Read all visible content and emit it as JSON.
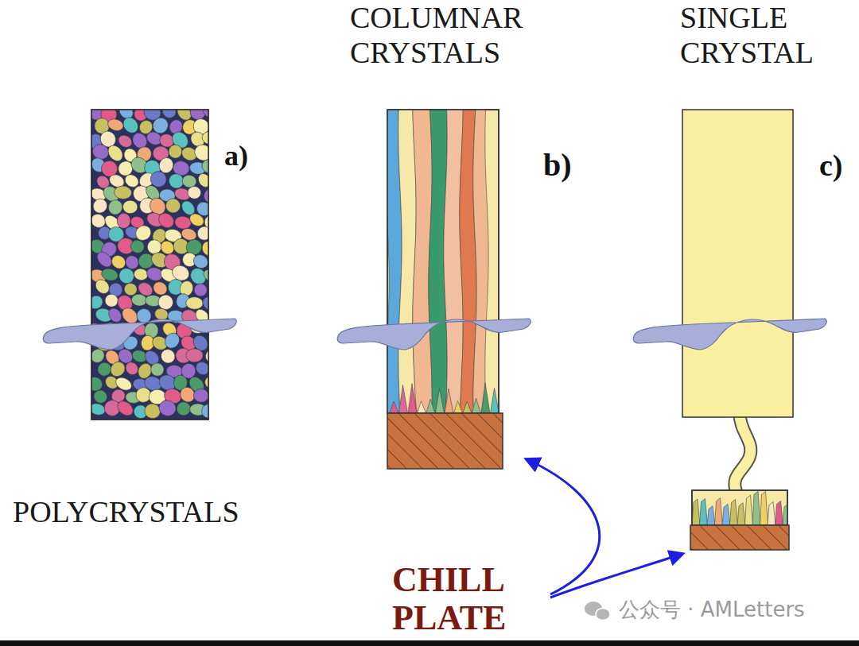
{
  "diagram": {
    "labels": [
      "COLUMNAR CRYSTALS",
      "SINGLE CRYSTAL",
      "a)",
      "b)",
      "c)",
      "POLYCRYSTALS",
      "CHILL PLATE",
      "公众号 · AMLetters"
    ]
  }
}
